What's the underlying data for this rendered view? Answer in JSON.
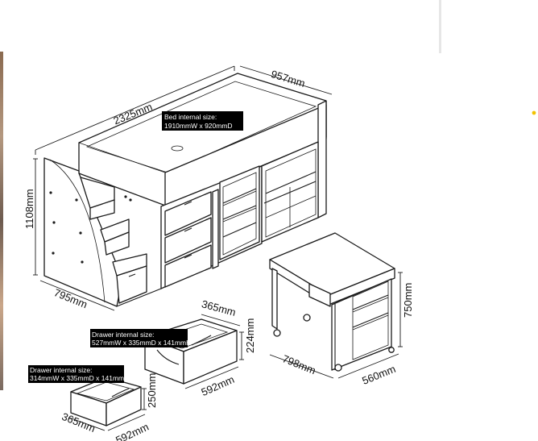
{
  "labels": {
    "bed_internal": [
      "Bed internal size:",
      "1910mmW x 920mmD"
    ],
    "drawer_large_internal": [
      "Drawer internal size:",
      "527mmW x 335mmD x 141mmH"
    ],
    "drawer_small_internal": [
      "Drawer internal size:",
      "314mmW x 335mmD x 141mmH"
    ]
  },
  "dimensions": {
    "bed_length": "2325mm",
    "bed_depth": "957mm",
    "bed_height": "1108mm",
    "steps_depth": "795mm",
    "desk_width": "798mm",
    "desk_depth": "560mm",
    "desk_height": "750mm",
    "large_drawer_depth": "365mm",
    "large_drawer_height": "224mm",
    "large_drawer_width": "592mm",
    "small_drawer_height": "250mm",
    "small_drawer_depth": "365mm",
    "small_drawer_width": "592mm"
  },
  "colors": {
    "line": "#1a1a1a",
    "label_bg": "#000000",
    "label_text": "#ffffff",
    "accent_dot": "#f2c200"
  }
}
